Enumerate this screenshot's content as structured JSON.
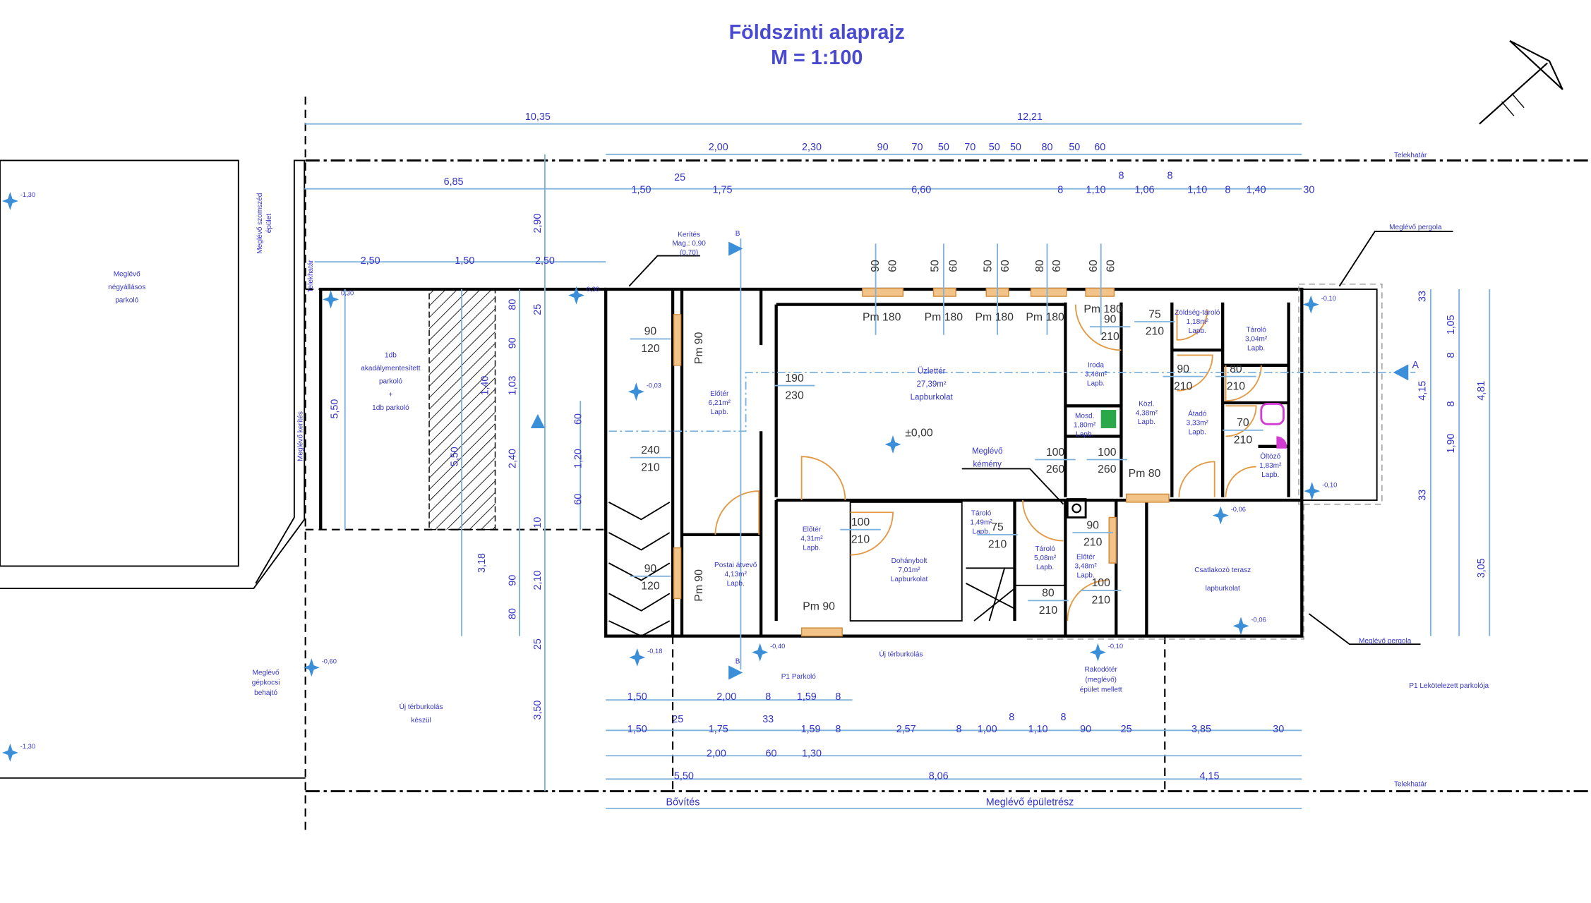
{
  "title": {
    "main": "Földszinti alaprajz",
    "scale": "M = 1:100"
  },
  "colors": {
    "text": "#3434c4",
    "dimension_line": "#7fb2dc",
    "door": "#e39a45",
    "wall": "#000000",
    "sanitary": "#d23cd2",
    "emergency": "#2aa84a"
  },
  "dimensions": {
    "top_overall": [
      "10,35",
      "12,21"
    ],
    "top_row2": [
      "2,00",
      "2,30",
      "90",
      "70",
      "50",
      "70",
      "50",
      "50",
      "80",
      "50",
      "60"
    ],
    "top_row3": [
      "6,85",
      "1,50",
      "25",
      "1,75",
      "6,60",
      "8",
      "1,10",
      "8",
      "1,06",
      "8",
      "1,10",
      "8",
      "1,40",
      "30"
    ],
    "parking_row": [
      "2,50",
      "1,50",
      "2,50"
    ],
    "left_vertical": [
      "2,90",
      "25",
      "80",
      "90",
      "1,03",
      "2,40",
      "10",
      "2,10",
      "25",
      "3,50",
      "5,50",
      "60",
      "1,20",
      "60",
      "3,18",
      "90",
      "80",
      "1,40",
      "5,50"
    ],
    "right_vertical": [
      "33",
      "4,15",
      "33",
      "1,05",
      "8",
      "8",
      "1,90",
      "4,81",
      "3,05"
    ],
    "bottom_row1": [
      "1,50",
      "2,00",
      "8",
      "1,59",
      "8"
    ],
    "bottom_row2": [
      "1,50",
      "25",
      "1,75",
      "33",
      "1,59",
      "8",
      "2,57",
      "8",
      "1,00",
      "8",
      "1,10",
      "8",
      "90",
      "25",
      "3,85",
      "30"
    ],
    "bottom_row3": [
      "2,00",
      "60",
      "1,30"
    ],
    "bottom_row4": [
      "5,50",
      "8,06",
      "4,15"
    ],
    "bottom_row5": [
      "Bővítés",
      "Meglévő épületrész"
    ]
  },
  "rooms": [
    {
      "name": "Üzlettér",
      "area": "27,39m²",
      "floor": "Lapburkolat"
    },
    {
      "name": "Előtér",
      "area": "6,21m²",
      "floor": "Lapb."
    },
    {
      "name": "Iroda",
      "area": "3,46m²",
      "floor": "Lapb."
    },
    {
      "name": "Mosd.",
      "area": "1,80m²",
      "floor": "Lapb."
    },
    {
      "name": "Közl.",
      "area": "4,38m²",
      "floor": "Lapb."
    },
    {
      "name": "Zöldség-tároló",
      "area": "1,18m²",
      "floor": "Lapb."
    },
    {
      "name": "Tároló",
      "area": "3,04m²",
      "floor": "Lapb."
    },
    {
      "name": "Átadó",
      "area": "3,33m²",
      "floor": "Lapb."
    },
    {
      "name": "Öltöző",
      "area": "1,83m²",
      "floor": "Lapb."
    },
    {
      "name": "Előtér",
      "area": "4,31m²",
      "floor": "Lapb."
    },
    {
      "name": "Dohánybolt",
      "area": "7,01m²",
      "floor": "Lapburkolat"
    },
    {
      "name": "Tároló",
      "area": "1,49m²",
      "floor": "Lapb."
    },
    {
      "name": "Tároló",
      "area": "5,08m²",
      "floor": "Lapb."
    },
    {
      "name": "Előtér",
      "area": "3,48m²",
      "floor": "Lapb."
    },
    {
      "name": "Postai átvevő",
      "area": "4,13m²",
      "floor": "Lapb."
    },
    {
      "name": "Csatlakozó terasz",
      "area": "",
      "floor": "lapburkolat"
    }
  ],
  "openings": [
    [
      "90",
      "120"
    ],
    [
      "190",
      "230"
    ],
    [
      "240",
      "210"
    ],
    [
      "90",
      "120"
    ],
    [
      "100",
      "210"
    ],
    [
      "100",
      "260"
    ],
    [
      "100",
      "260"
    ],
    [
      "90",
      "210"
    ],
    [
      "75",
      "210"
    ],
    [
      "90",
      "210"
    ],
    [
      "80",
      "210"
    ],
    [
      "70",
      "210"
    ],
    [
      "90",
      "210"
    ],
    [
      "80",
      "210"
    ],
    [
      "100",
      "210"
    ],
    [
      "75",
      "210"
    ]
  ],
  "opening_labels": [
    "Pm 180",
    "Pm 180",
    "Pm 180",
    "Pm 180",
    "Pm 180",
    "Pm 90",
    "Pm 90",
    "Pm 80",
    "Pm 90"
  ],
  "window_heads": [
    "90",
    "60",
    "50",
    "60",
    "50",
    "60",
    "80",
    "60",
    "60",
    "60"
  ],
  "levels": [
    "-1,30",
    "0,30",
    "0,30",
    "-0,03",
    "±0,00",
    "-0,10",
    "-0,10",
    "-0,06",
    "-0,06",
    "-0,18",
    "-0,40",
    "-0,10",
    "-0,60",
    "-1,30"
  ],
  "annotations": {
    "existing_parking": [
      "Meglévő",
      "négyállásos",
      "parkoló"
    ],
    "new_parking": [
      "1db",
      "akadálymentesített",
      "parkoló",
      "+",
      "1db parkoló"
    ],
    "new_paving": [
      "Új térburkolás",
      "készül"
    ],
    "existing_driveway": [
      "Meglévő",
      "gépkocsi",
      "behajtó"
    ],
    "property_line_top": "Telekhatár",
    "property_line_bottom": "Telekhatár",
    "pergola_top": "Meglévő pergola",
    "pergola_bottom": "Meglévő pergola",
    "parking_p1": "P1 Parkoló",
    "paving_small": "Új térburkolás",
    "loading": [
      "Rakodótér",
      "(meglévő)",
      "épület mellett"
    ],
    "p1_neighbour": "P1 Lekötelezett parkolója",
    "chimney": [
      "Meglévő",
      "kémény"
    ],
    "fence": [
      "Kerítés",
      "Mag.: 0,90",
      "(0,70)"
    ],
    "section_a": "A",
    "section_b": "B",
    "existing_bldg_left": [
      "Meglévő szomszéd",
      "épület"
    ],
    "fence_left": "Telekhatár",
    "curb_left": "Meglévő kerítés"
  }
}
